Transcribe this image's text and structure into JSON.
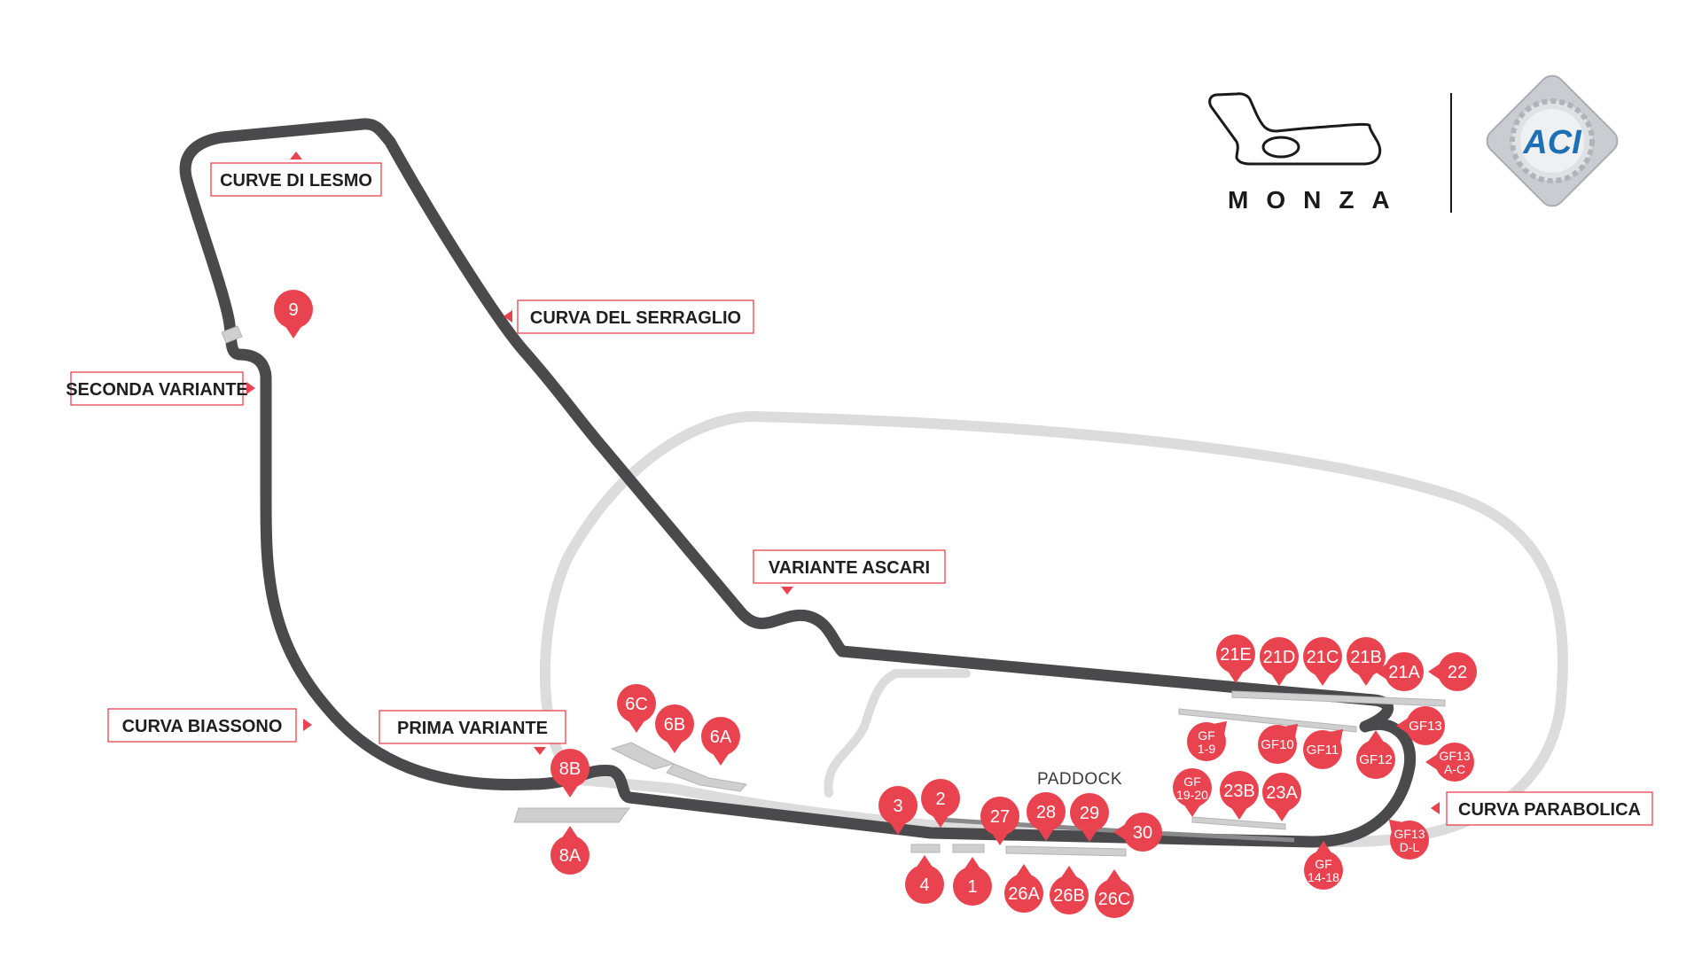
{
  "logo": {
    "word": "MONZA",
    "partner": "ACI"
  },
  "paddock_label": "PADDOCK",
  "colors": {
    "track": "#4a4a4d",
    "oval": "#dcdcdc",
    "accent": "#e8434f",
    "label_border": "#e8434f",
    "text": "#1f1f1f"
  },
  "corners": [
    {
      "id": "lesmo",
      "label": "CURVE DI LESMO"
    },
    {
      "id": "serraglio",
      "label": "CURVA DEL SERRAGLIO"
    },
    {
      "id": "seconda",
      "label": "SECONDA VARIANTE"
    },
    {
      "id": "ascari",
      "label": "VARIANTE ASCARI"
    },
    {
      "id": "biassono",
      "label": "CURVA BIASSONO"
    },
    {
      "id": "prima",
      "label": "PRIMA VARIANTE"
    },
    {
      "id": "parabolica",
      "label": "CURVA PARABOLICA"
    }
  ],
  "grandstands": [
    {
      "id": "g9",
      "text": [
        "9"
      ]
    },
    {
      "id": "g6C",
      "text": [
        "6C"
      ]
    },
    {
      "id": "g6B",
      "text": [
        "6B"
      ]
    },
    {
      "id": "g6A",
      "text": [
        "6A"
      ]
    },
    {
      "id": "g8B",
      "text": [
        "8B"
      ]
    },
    {
      "id": "g8A",
      "text": [
        "8A"
      ]
    },
    {
      "id": "g3",
      "text": [
        "3"
      ]
    },
    {
      "id": "g2",
      "text": [
        "2"
      ]
    },
    {
      "id": "g4",
      "text": [
        "4"
      ]
    },
    {
      "id": "g1",
      "text": [
        "1"
      ]
    },
    {
      "id": "g27",
      "text": [
        "27"
      ]
    },
    {
      "id": "g28",
      "text": [
        "28"
      ]
    },
    {
      "id": "g29",
      "text": [
        "29"
      ]
    },
    {
      "id": "g30",
      "text": [
        "30"
      ]
    },
    {
      "id": "g26A",
      "text": [
        "26A"
      ]
    },
    {
      "id": "g26B",
      "text": [
        "26B"
      ]
    },
    {
      "id": "g26C",
      "text": [
        "26C"
      ]
    },
    {
      "id": "g21E",
      "text": [
        "21E"
      ]
    },
    {
      "id": "g21D",
      "text": [
        "21D"
      ]
    },
    {
      "id": "g21C",
      "text": [
        "21C"
      ]
    },
    {
      "id": "g21B",
      "text": [
        "21B"
      ]
    },
    {
      "id": "g21A",
      "text": [
        "21A"
      ]
    },
    {
      "id": "g22",
      "text": [
        "22"
      ]
    },
    {
      "id": "gGF1-9",
      "text": [
        "GF",
        "1-9"
      ]
    },
    {
      "id": "gGF10",
      "text": [
        "GF10"
      ]
    },
    {
      "id": "gGF11",
      "text": [
        "GF11"
      ]
    },
    {
      "id": "gGF12",
      "text": [
        "GF12"
      ]
    },
    {
      "id": "gGF13",
      "text": [
        "GF13"
      ]
    },
    {
      "id": "gGF13AC",
      "text": [
        "GF13",
        "A-C"
      ]
    },
    {
      "id": "gGF19-20",
      "text": [
        "GF",
        "19-20"
      ]
    },
    {
      "id": "g23B",
      "text": [
        "23B"
      ]
    },
    {
      "id": "g23A",
      "text": [
        "23A"
      ]
    },
    {
      "id": "gGF14-18",
      "text": [
        "GF",
        "14-18"
      ]
    },
    {
      "id": "gGF13DL",
      "text": [
        "GF13",
        "D-L"
      ]
    }
  ]
}
